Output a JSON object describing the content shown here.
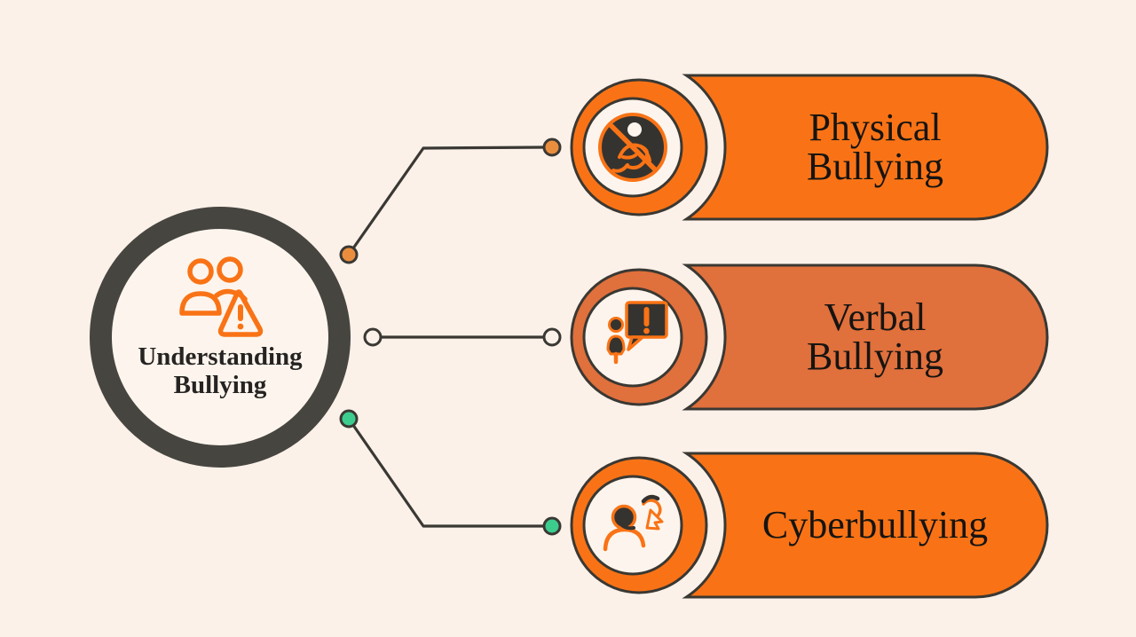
{
  "background_color": "#FBF1E9",
  "stroke_color": "#3A3833",
  "center": {
    "label": "Understanding Bullying",
    "lines": [
      "Understanding",
      "Bullying"
    ],
    "icon": "people-warning-icon",
    "ring_color": "#474540",
    "accent_color": "#F97316"
  },
  "items": [
    {
      "label": "Physical Bullying",
      "lines": [
        "Physical",
        "Bullying"
      ],
      "icon": "no-violence-icon",
      "color": "#F97316",
      "connector_dot_color": "#EA8E3E"
    },
    {
      "label": "Verbal Bullying",
      "lines": [
        "Verbal",
        "Bullying"
      ],
      "icon": "person-speech-warning-icon",
      "color": "#E0703C",
      "connector_dot_color": "#FBF1E9"
    },
    {
      "label": "Cyberbullying",
      "lines": [
        "Cyberbullying",
        ""
      ],
      "icon": "cyberbullying-cursor-icon",
      "color": "#F97316",
      "connector_dot_color": "#3CCD8E"
    }
  ]
}
